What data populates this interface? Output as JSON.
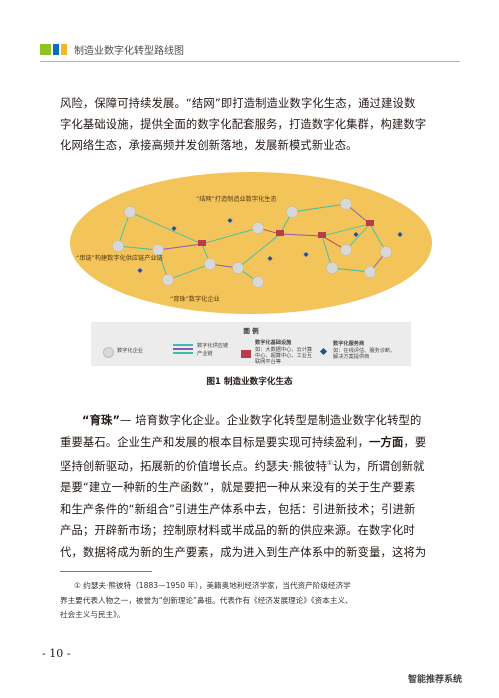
{
  "header": {
    "title": "制造业数字化转型路线图",
    "colors": [
      "#8fc31f",
      "#0b6db7",
      "#f7b52c"
    ]
  },
  "intro_lines": [
    "风险，保障可持续发展。“结网”即打造制造业数字化生态，通过建设数",
    "字化基础设施，提供全面的数字化配套服务，打造数字化集群，构建数字",
    "化网络生态，承接高频并发创新落地，发展新模式新业态。"
  ],
  "figure": {
    "label_top": "“结网”打造制造业数字化生态",
    "label_left": "“串链”构建数字化供应链产业链",
    "label_bottom": "“育珠”数字化企业",
    "legend": {
      "title": "图 例",
      "enterprise": "数字化企业",
      "chain": [
        "数字化供应链",
        "产业链"
      ],
      "infra_title": "数字化基础设施",
      "infra_lines": [
        "如：大数据中心、云计算",
        "中心、超算中心、工业互",
        "联网平台等"
      ],
      "service_title": "数字化服务商",
      "service_lines": [
        "如：在线评估、服务诊断、",
        "解决方案提供商"
      ]
    },
    "caption": "图1  制造业数字化生态"
  },
  "body_lines": [
    {
      "a": "“育珠”",
      "b": "— 培育数字化企业。企业数字化转型是制造业数字化转型的"
    },
    {
      "a": "",
      "b": "重要基石。企业生产和发展的根本目标是要实现可持续盈利，"
    },
    {
      "a": "",
      "b": "坚持创新驱动，拓展新的价值增长点。约瑟夫·熊彼特"
    },
    {
      "a": "",
      "b": "是要“建立一种新的生产函数”，就是要把一种从来没有的关于生产要素"
    },
    {
      "a": "",
      "b": "和生产条件的“新组合”引进生产体系中去，包括：引进新技术；引进新"
    },
    {
      "a": "",
      "b": "产品；开辟新市场；控制原材料或半成品的新的供应来源。在数字化时"
    },
    {
      "a": "",
      "b": "代，数据将成为新的生产要素，成为进入到生产体系中的新变量，这将为"
    }
  ],
  "body_extra": {
    "bold_phrase": "一方面",
    "line2_tail": "，要",
    "footnote_ref": "①",
    "line3_tail": "认为，所谓创新就"
  },
  "footnote": [
    "①  约瑟夫·熊彼特（1883—1950 年），美籍奥地利经济学家，当代资产阶级经济学",
    "界主要代表人物之一，被誉为“创新理论”鼻祖。代表作有《经济发展理论》《资本主义、",
    "社会主义与民主》。"
  ],
  "page_number": "- 10 -",
  "watermark": "智能推荐系统"
}
